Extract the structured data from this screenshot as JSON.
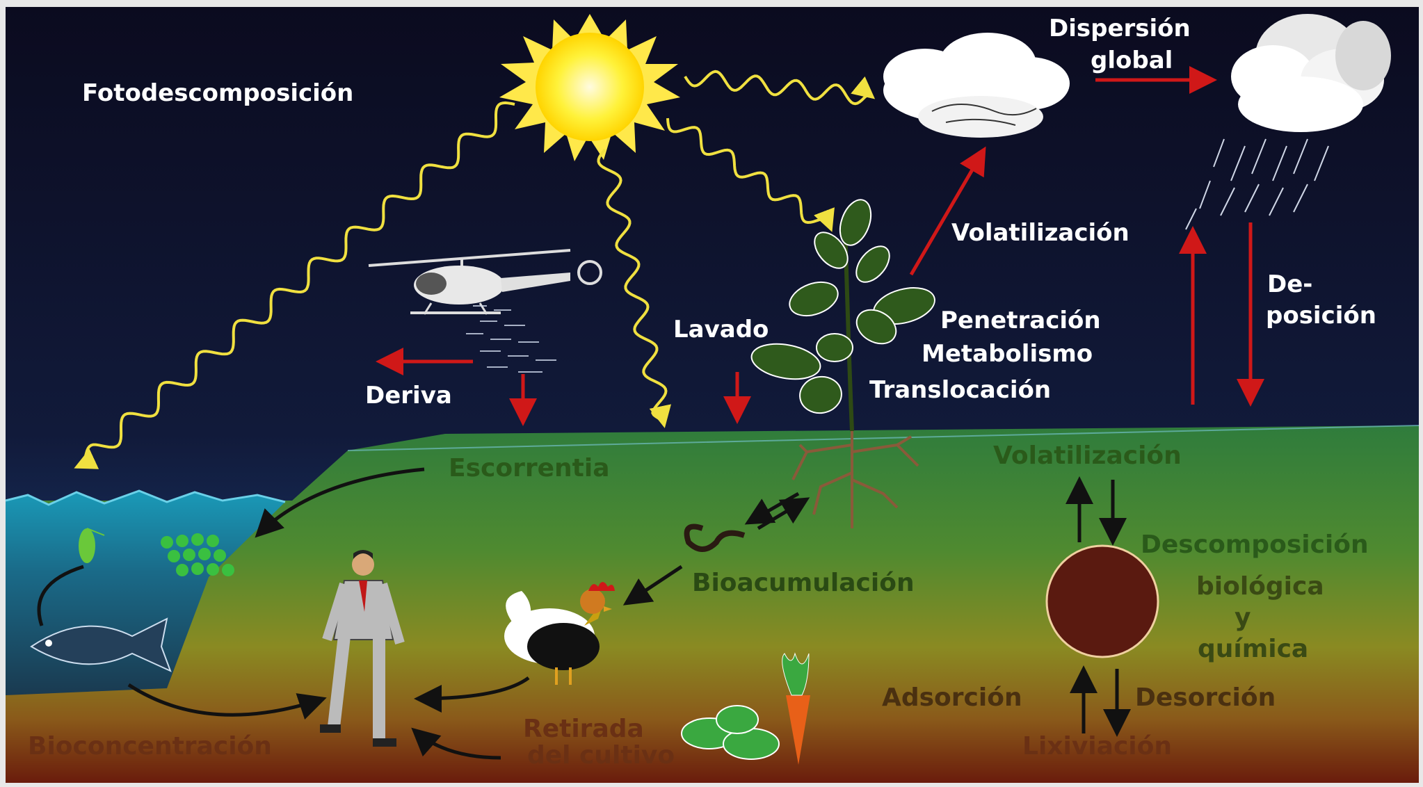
{
  "labels": {
    "fotodescomposicion": "Fotodescomposición",
    "dispersion_1": "Dispersión",
    "dispersion_2": "global",
    "volatilizacion_air": "Volatilización",
    "deposicion_1": "De-",
    "deposicion_2": "posición",
    "penetracion": "Penetración",
    "metabolismo": "Metabolismo",
    "translocacion": "Translocación",
    "lavado": "Lavado",
    "deriva": "Deriva",
    "escorrentia": "Escorrentia",
    "volatilizacion_soil": "Volatilización",
    "descomposicion": "Descomposición",
    "biologica": "biológica",
    "y": "y",
    "quimica": "química",
    "bioacumulacion": "Bioacumulación",
    "adsorcion": "Adsorción",
    "desorcion": "Desorción",
    "lixiviacion": "Lixiviación",
    "bioconcentracion": "Bioconcentración",
    "retirada_1": "Retirada",
    "retirada_2": "del cultivo"
  },
  "colors": {
    "sky_top": "#0c0c22",
    "sky_bottom": "#1a3f7a",
    "soil_top": "#2e7a3a",
    "soil_mid": "#7a8a2a",
    "soil_bottom": "#6a2a10",
    "water": "#1a8aa8",
    "sun": "#ffe01a",
    "ray": "#f0e040",
    "red_arrow": "#d01818",
    "dark_arrow": "#111111",
    "soil_text": "#3a2010"
  }
}
